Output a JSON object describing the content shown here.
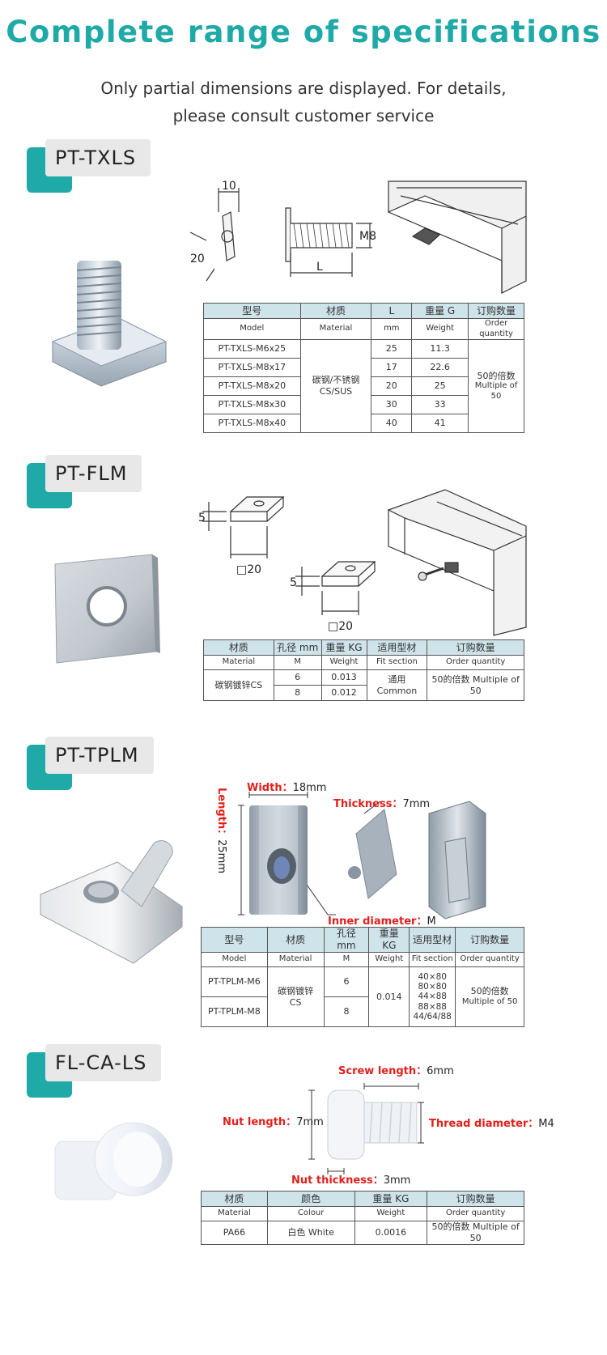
{
  "header": {
    "title": "Complete range of specifications",
    "subtitle_line1": "Only partial dimensions are displayed. For details,",
    "subtitle_line2": "please consult customer service"
  },
  "colors": {
    "accent": "#1faaa8",
    "table_header_bg": "#cfe3ea",
    "annotation_red": "#e0201b"
  },
  "sections": [
    {
      "label": "PT-TXLS",
      "dims": {
        "width": "10",
        "length": "20",
        "thread": "M8",
        "l": "L"
      },
      "table": {
        "h1": [
          "型号",
          "材质",
          "L",
          "重量 G",
          "订购数量"
        ],
        "h2": [
          "Model",
          "Material",
          "mm",
          "Weight",
          "Order quantity"
        ],
        "material_cn": "碳钢/不锈钢",
        "material_en": "CS/SUS",
        "order_cn": "50的倍数",
        "order_en": "Multiple of 50",
        "rows": [
          {
            "model": "PT-TXLS-M6x25",
            "l": "25",
            "weight": "11.3"
          },
          {
            "model": "PT-TXLS-M8x17",
            "l": "17",
            "weight": "22.6"
          },
          {
            "model": "PT-TXLS-M8x20",
            "l": "20",
            "weight": "25"
          },
          {
            "model": "PT-TXLS-M8x30",
            "l": "30",
            "weight": "33"
          },
          {
            "model": "PT-TXLS-M8x40",
            "l": "40",
            "weight": "41"
          }
        ]
      }
    },
    {
      "label": "PT-FLM",
      "dims": {
        "thickness": "5",
        "side": "□20"
      },
      "table": {
        "h1": [
          "材质",
          "孔径 mm",
          "重量 KG",
          "适用型材",
          "订购数量"
        ],
        "h2": [
          "Material",
          "M",
          "Weight",
          "Fit section",
          "Order quantity"
        ],
        "material": "碳钢镀锌CS",
        "fit": "通用 Common",
        "order": "50的倍数 Multiple of 50",
        "rows": [
          {
            "m": "6",
            "weight": "0.013"
          },
          {
            "m": "8",
            "weight": "0.012"
          }
        ]
      }
    },
    {
      "label": "PT-TPLM",
      "annotations": {
        "width_label": "Width：",
        "width_value": "18mm",
        "thickness_label": "Thickness：",
        "thickness_value": "7mm",
        "length_label": "Length：",
        "length_value": "25mm",
        "inner_label": "Inner diameter：",
        "inner_value": "M"
      },
      "table": {
        "h1": [
          "型号",
          "材质",
          "孔径 mm",
          "重量 KG",
          "适用型材",
          "订购数量"
        ],
        "h2": [
          "Model",
          "Material",
          "M",
          "Weight",
          "Fit section",
          "Order quantity"
        ],
        "material_cn": "碳钢镀锌",
        "material_en": "CS",
        "weight": "0.014",
        "fit": [
          "40×80",
          "80×80",
          "44×88",
          "88×88",
          "44/64/88"
        ],
        "order_cn": "50的倍数",
        "order_en": "Multiple of 50",
        "rows": [
          {
            "model": "PT-TPLM-M6",
            "m": "6"
          },
          {
            "model": "PT-TPLM-M8",
            "m": "8"
          }
        ]
      }
    },
    {
      "label": "FL-CA-LS",
      "annotations": {
        "screw_label": "Screw length：",
        "screw_value": "6mm",
        "nut_length_label": "Nut length：",
        "nut_length_value": "7mm",
        "thread_label": "Thread diameter：",
        "thread_value": "M4",
        "nut_thick_label": "Nut thickness：",
        "nut_thick_value": "3mm"
      },
      "table": {
        "h1": [
          "材质",
          "颜色",
          "重量 KG",
          "订购数量"
        ],
        "h2": [
          "Material",
          "Colour",
          "Weight",
          "Order quantity"
        ],
        "row": [
          "PA66",
          "白色 White",
          "0.0016",
          "50的倍数 Multiple of 50"
        ]
      }
    }
  ]
}
